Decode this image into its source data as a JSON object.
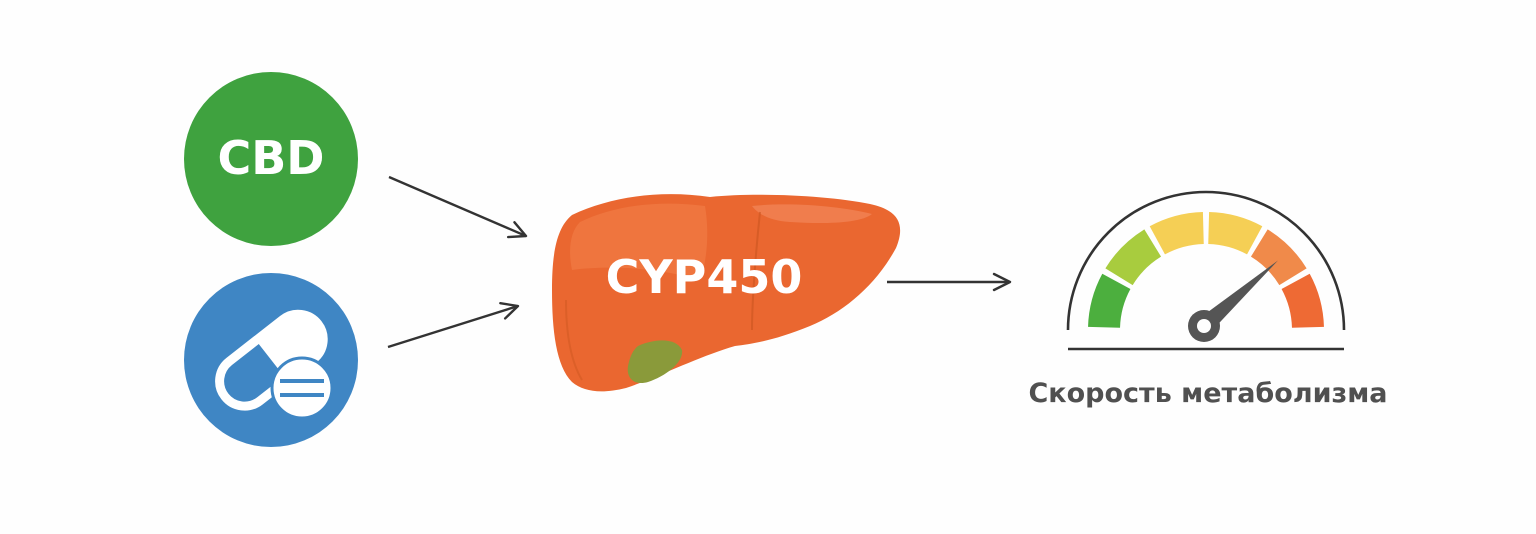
{
  "diagram": {
    "nodes": {
      "cbd": {
        "label": "CBD",
        "color": "#3fa23f"
      },
      "drug": {
        "icon": "pill-icon",
        "color": "#3f86c4"
      },
      "liver": {
        "label": "CYP450",
        "icon": "liver-icon",
        "color": "#ea6730"
      }
    },
    "gauge": {
      "caption": "Скорость метаболизма",
      "icon": "speedometer-icon",
      "segment_colors": [
        "#4caf3e",
        "#a8cc3e",
        "#f5cf55",
        "#f5cf55",
        "#f08a4a",
        "#ee6a34"
      ],
      "needle_level": 0.8
    },
    "edges": [
      {
        "from": "cbd",
        "to": "liver"
      },
      {
        "from": "drug",
        "to": "liver"
      },
      {
        "from": "liver",
        "to": "gauge"
      }
    ]
  }
}
